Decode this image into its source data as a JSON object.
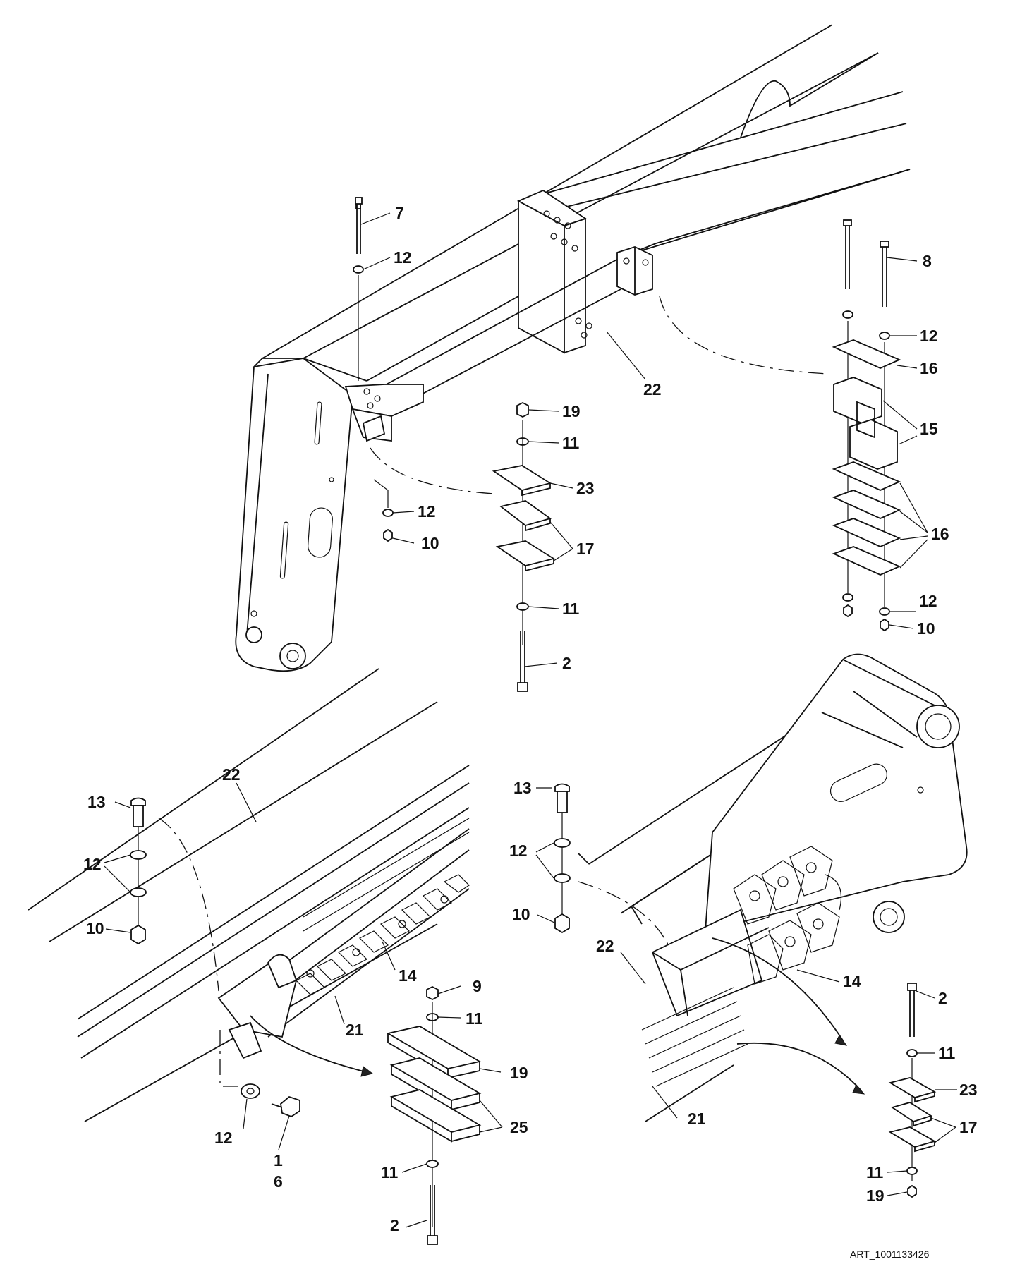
{
  "art_id": "ART_1001133426",
  "callouts": {
    "top_left": {
      "bolt_top": "7",
      "washer_top": "12",
      "washer_bottom": "12",
      "nut_bottom": "10"
    },
    "top_right": {
      "bolt": "8",
      "washer_top": "12",
      "plate_top": "16",
      "clamp_blocks": "15",
      "plates_lower": "16",
      "washer_bottom": "12",
      "nut_bottom": "10"
    },
    "top_center": {
      "rail": "22",
      "nut_top": "19",
      "washer_top": "11",
      "pad_top": "23",
      "pads_middle": "17",
      "washer_bottom": "11",
      "bolt_bottom": "2"
    },
    "bottom_left": {
      "screw": "13",
      "rail": "22",
      "washers": "12",
      "nut": "10",
      "chain": "14",
      "tray": "21",
      "nut_top": "9",
      "washer_top": "11",
      "pad_top": "19",
      "pads_lower": "25",
      "washer_bottom": "11",
      "bolt_bottom": "2",
      "washer_side": "12",
      "bolt_side_1": "1",
      "bolt_side_2": "6"
    },
    "bottom_right": {
      "screw": "13",
      "washers": "12",
      "nut": "10",
      "rail": "22",
      "chain": "14",
      "tray": "21",
      "bolt_top": "2",
      "washer_top": "11",
      "pad_top": "23",
      "pads_middle": "17",
      "washer_bottom": "11",
      "nut_bottom": "19"
    }
  }
}
